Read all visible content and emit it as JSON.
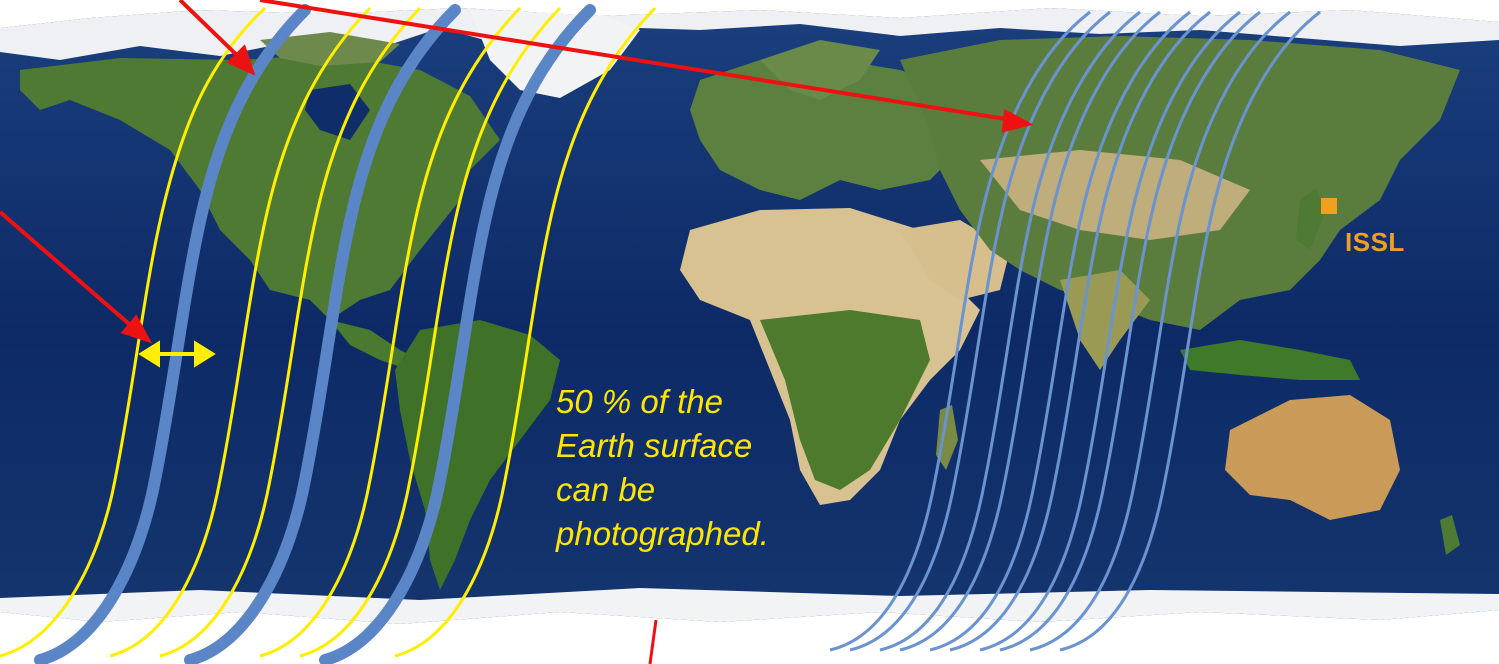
{
  "caption": {
    "line1": "50 % of the",
    "line2": "Earth surface",
    "line3": "can be",
    "line4": "photographed."
  },
  "marker": {
    "label": "ISSL",
    "color": "#f0a020"
  },
  "colors": {
    "ocean": "#0d2a66",
    "land_green": "#4f7a34",
    "land_desert": "#d9c49a",
    "ice": "#f3f4f6",
    "swath_yellow": "#ffee00",
    "track_blue": "#5a86c8",
    "arrow_red": "#ee1111"
  }
}
